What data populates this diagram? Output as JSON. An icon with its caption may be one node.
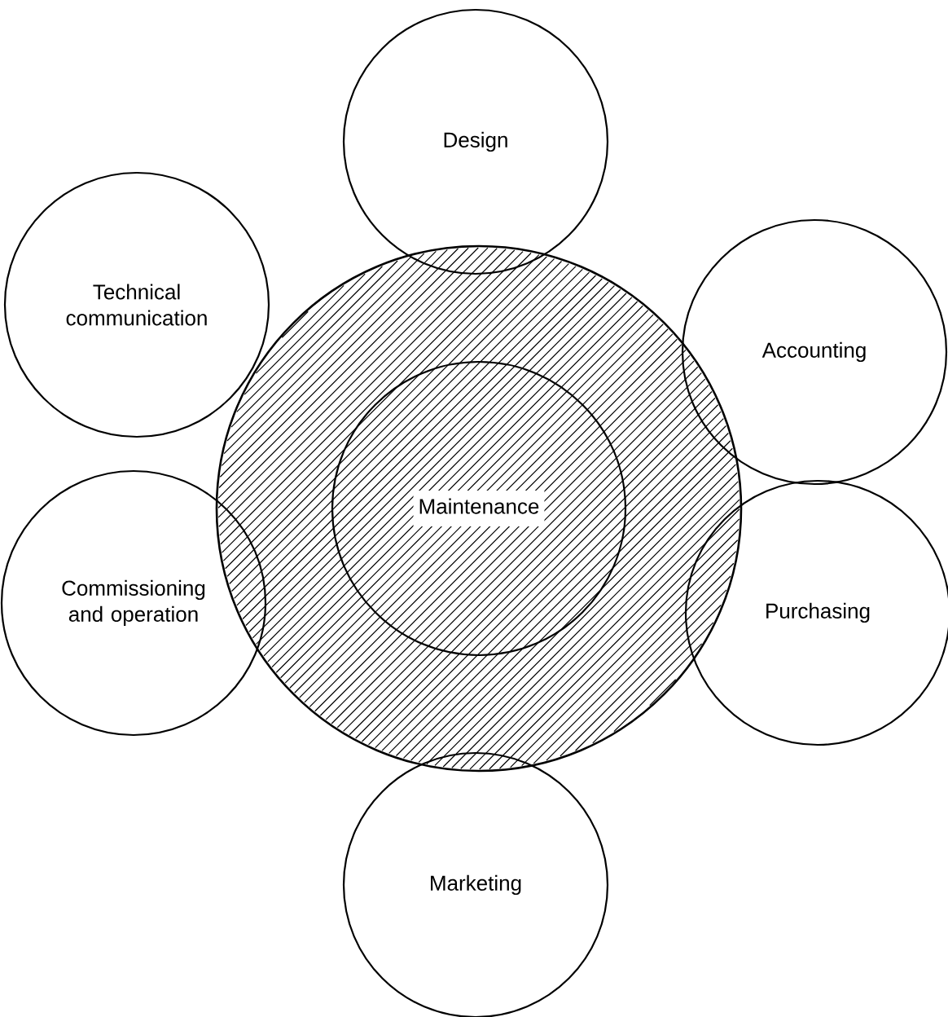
{
  "diagram": {
    "nodes": [
      {
        "text": [
          "Design"
        ]
      },
      {
        "text": [
          "Technical communication"
        ]
      },
      {
        "text": [
          "Accounting"
        ]
      },
      {
        "text": [],
        "shape": "circle"
      },
      {
        "text": [
          "Maintenance"
        ],
        "in": 3
      },
      {
        "text": [
          "Commissioning and operation"
        ]
      },
      {
        "text": [
          "Purchasing"
        ]
      },
      {
        "text": [
          "Marketing"
        ]
      }
    ],
    "edges": []
  }
}
